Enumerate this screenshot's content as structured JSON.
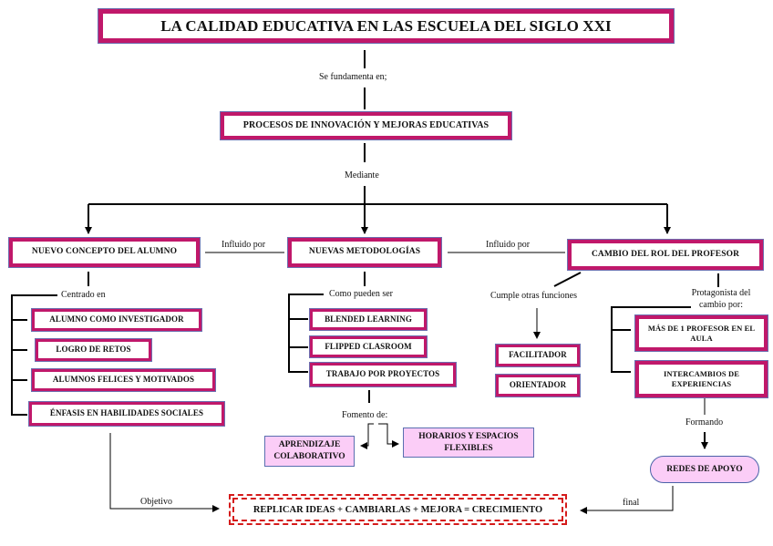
{
  "title": "LA CALIDAD EDUCATIVA EN LAS ESCUELA DEL SIGLO XXI",
  "connector_labels": {
    "se_fundamenta": "Se fundamenta en;",
    "mediante": "Mediante",
    "influido_por_1": "Influido por",
    "influido_por_2": "Influido por",
    "centrado_en": "Centrado en",
    "como_pueden_ser": "Como pueden ser",
    "cumple_otras": "Cumple otras funciones",
    "protagonista": "Protagonista del cambio por:",
    "fomento_de": "Fomento de:",
    "formando": "Formando",
    "objetivo": "Objetivo",
    "final": "final"
  },
  "nodes": {
    "procesos": "PROCESOS DE INNOVACIÓN Y MEJORAS EDUCATIVAS",
    "nuevo_concepto": "NUEVO CONCEPTO DEL ALUMNO",
    "nuevas_metodologias": "NUEVAS METODOLOGÍAS",
    "cambio_rol": "CAMBIO DEL ROL DEL PROFESOR",
    "alumno_items": [
      "ALUMNO COMO INVESTIGADOR",
      "LOGRO DE RETOS",
      "ALUMNOS FELICES Y MOTIVADOS",
      "ÉNFASIS EN HABILIDADES SOCIALES"
    ],
    "metodologia_items": [
      "BLENDED LEARNING",
      "FLIPPED CLASROOM",
      "TRABAJO POR PROYECTOS"
    ],
    "fomento_items": [
      "APRENDIZAJE COLABORATIVO",
      "HORARIOS Y ESPACIOS FLEXIBLES"
    ],
    "funciones_items": [
      "FACILITADOR",
      "ORIENTADOR"
    ],
    "protagonista_items": [
      "MÁS DE 1 PROFESOR EN EL AULA",
      "INTERCAMBIOS DE EXPERIENCIAS"
    ],
    "redes": "REDES DE APOYO",
    "final": "REPLICAR IDEAS + CAMBIARLAS + MEJORA = CRECIMIENTO"
  },
  "colors": {
    "box_border": "#c0186a",
    "box_outline": "#6d6fb0",
    "pink_fill": "#fbcdf7",
    "final_border": "#d51b1b"
  }
}
